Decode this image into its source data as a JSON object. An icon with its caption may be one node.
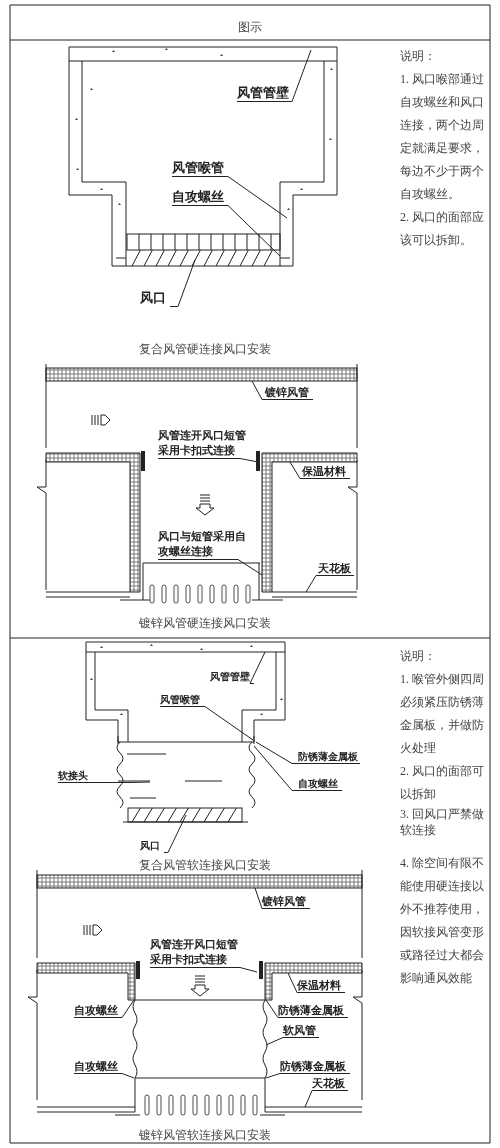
{
  "diagram": {
    "nodes": [
      {
        "text": [
          "风管管壁"
        ]
      },
      {
        "text": [
          "风管喉管"
        ]
      },
      {
        "text": [
          "自攻螺丝"
        ]
      },
      {
        "text": [
          "风口"
        ]
      },
      {
        "text": [
          "镀锌风管"
        ]
      },
      {
        "text": [
          "风管连开风口短管采用卡扣式连接"
        ]
      },
      {
        "text": [
          "保温材料"
        ]
      },
      {
        "text": [
          "风口与短管采用自攻螺丝连接"
        ]
      },
      {
        "text": [
          "天花板"
        ]
      },
      {
        "text": [
          "风管管壁"
        ]
      },
      {
        "text": [
          "风管喉管"
        ]
      },
      {
        "text": [
          "防锈薄金属板"
        ]
      },
      {
        "text": [
          "自攻螺丝"
        ]
      },
      {
        "text": [
          "软接头"
        ]
      },
      {
        "text": [
          "风口"
        ]
      },
      {
        "text": [
          "镀锌风管"
        ]
      },
      {
        "text": [
          "风管连开风口短管采用卡扣式连接"
        ]
      },
      {
        "text": [
          "保温材料"
        ]
      },
      {
        "text": [
          "自攻螺丝"
        ]
      },
      {
        "text": [
          "防锈薄金属板"
        ]
      },
      {
        "text": [
          "软风管"
        ]
      },
      {
        "text": [
          "自攻螺丝"
        ]
      },
      {
        "text": [
          "防锈薄金属板"
        ]
      },
      {
        "text": [
          "天花板"
        ]
      }
    ],
    "edges": [
      {
        "from": 0,
        "to": null,
        "arrow": "none"
      },
      {
        "from": 1,
        "to": null,
        "arrow": "none"
      },
      {
        "from": 2,
        "to": null,
        "arrow": "none"
      },
      {
        "from": 3,
        "to": null,
        "arrow": "none"
      },
      {
        "from": 4,
        "to": null,
        "arrow": "none"
      },
      {
        "from": 5,
        "to": null,
        "arrow": "none"
      },
      {
        "from": 6,
        "to": null,
        "arrow": "none"
      },
      {
        "from": 7,
        "to": null,
        "arrow": "none"
      },
      {
        "from": 8,
        "to": null,
        "arrow": "none"
      },
      {
        "from": 9,
        "to": null,
        "arrow": "none"
      },
      {
        "from": 10,
        "to": null,
        "arrow": "none"
      },
      {
        "from": 11,
        "to": null,
        "arrow": "none"
      },
      {
        "from": 12,
        "to": null,
        "arrow": "none"
      },
      {
        "from": 13,
        "to": null,
        "arrow": "none"
      },
      {
        "from": 14,
        "to": null,
        "arrow": "none"
      },
      {
        "from": 15,
        "to": null,
        "arrow": "none"
      },
      {
        "from": 16,
        "to": null,
        "arrow": "none"
      },
      {
        "from": 17,
        "to": null,
        "arrow": "none"
      },
      {
        "from": 18,
        "to": null,
        "arrow": "none"
      },
      {
        "from": 19,
        "to": null,
        "arrow": "none"
      },
      {
        "from": 20,
        "to": null,
        "arrow": "none"
      },
      {
        "from": 21,
        "to": null,
        "arrow": "none"
      },
      {
        "from": 22,
        "to": null,
        "arrow": "none"
      },
      {
        "from": 23,
        "to": null,
        "arrow": "none"
      }
    ],
    "labels": [
      "图示",
      "说明：",
      "1. 风口喉部通过自攻螺丝和风口连接，两个边周定就满足要求，每边不少于两个自攻螺丝。",
      "2. 风口的面部应该可以拆卸。",
      "复合风管硬连接风口安装",
      "镀锌风管硬连接风口安装",
      "说明：",
      "1. 喉管外侧四周必须紧压防锈薄金属板，并做防火处理",
      "2. 风口的面部可以拆卸",
      "3. 回风口严禁做软连接",
      "4. 除空间有限不能使用硬连接以外不推荐使用，因软接风管变形或路径过大都会影响通风效能",
      "复合风管软连接风口安装",
      "镀锌风管软连接风口安装"
    ]
  }
}
